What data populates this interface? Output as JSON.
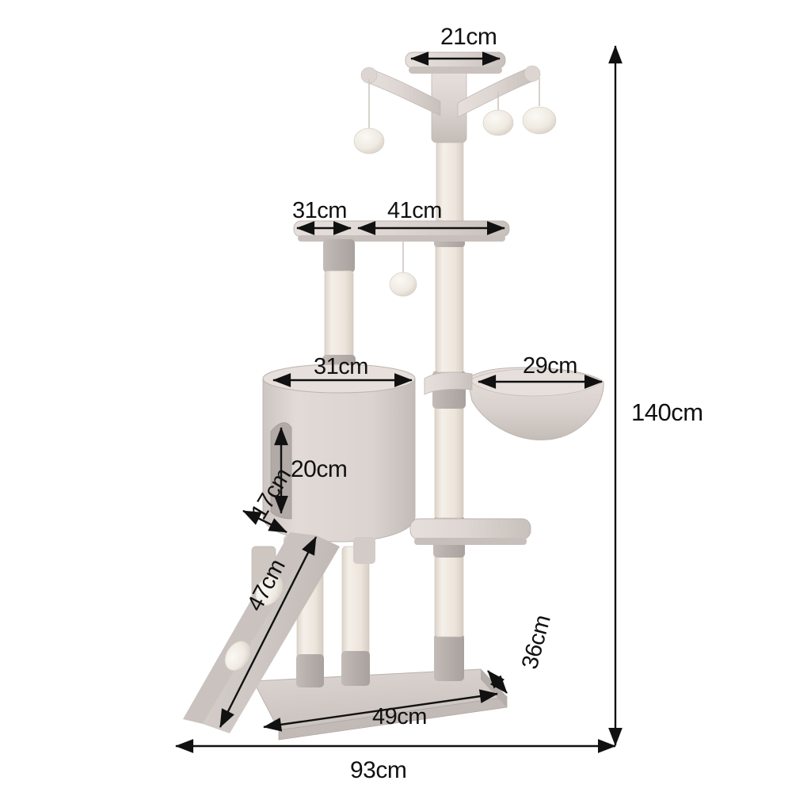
{
  "diagram": {
    "title": "Cat Tree Tower Dimension Diagram",
    "product": "Multi-level cat tree with condo, hammock, ramp ladder and hanging balls",
    "units": "cm",
    "colors": {
      "plush_light": "#ded6d2",
      "plush_mid": "#cfc7c3",
      "plush_shadow": "#bdb5b1",
      "plush_dark_collar": "#b5afab",
      "sisal": "#f0eae3",
      "sisal_shade": "#e2dad1",
      "pompom": "#f2efe9",
      "outline": "#c2bab6",
      "dimension_line": "#111111",
      "background": "#ffffff"
    }
  },
  "dimensions": {
    "top_platform": {
      "id": "top-platform-width",
      "value": "21cm",
      "orientation": "horizontal"
    },
    "middle_shelf_left": {
      "id": "middle-shelf-left-width",
      "value": "31cm",
      "orientation": "horizontal"
    },
    "middle_shelf_right": {
      "id": "middle-shelf-right-width",
      "value": "41cm",
      "orientation": "horizontal"
    },
    "condo_width": {
      "id": "condo-width",
      "value": "31cm",
      "orientation": "horizontal"
    },
    "hammock_width": {
      "id": "hammock-width",
      "value": "29cm",
      "orientation": "horizontal"
    },
    "condo_door_height": {
      "id": "condo-door-height",
      "value": "20cm",
      "orientation": "vertical"
    },
    "condo_door_width": {
      "id": "condo-door-width",
      "value": "17cm",
      "orientation": "diagonal"
    },
    "ramp_length": {
      "id": "ramp-length",
      "value": "47cm",
      "orientation": "diagonal"
    },
    "base_width": {
      "id": "base-width",
      "value": "49cm",
      "orientation": "horizontal"
    },
    "base_depth": {
      "id": "base-depth",
      "value": "36cm",
      "orientation": "diagonal"
    },
    "total_height": {
      "id": "total-height",
      "value": "140cm",
      "orientation": "vertical"
    },
    "total_width": {
      "id": "total-width",
      "value": "93cm",
      "orientation": "horizontal"
    }
  },
  "parts": {
    "top_platform": "top-platform",
    "top_branch_arms": "top-branch-arms",
    "hanging_balls_top": [
      "hanging-ball-left",
      "hanging-ball-center",
      "hanging-ball-right"
    ],
    "main_post": "main-sisal-post",
    "middle_shelf": "middle-shelf",
    "middle_hanging_ball": "hanging-ball-middle",
    "condo": "condo-house",
    "condo_door": "condo-door-opening",
    "hammock": "hammock-basket",
    "lower_step": "lower-step-platform",
    "ramp": "ramp-ladder",
    "ramp_balls": [
      "ramp-ball-upper",
      "ramp-ball-lower"
    ],
    "base": "base-board",
    "legs": [
      "leg-post-1",
      "leg-post-2",
      "leg-post-3",
      "leg-post-4"
    ]
  }
}
